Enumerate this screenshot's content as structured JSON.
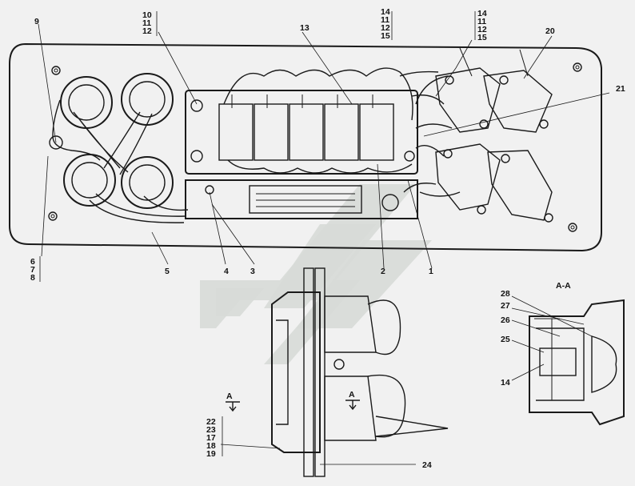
{
  "section_title": "А-А",
  "section_marker_left": "А",
  "section_marker_right": "А",
  "callouts": {
    "c1": "1",
    "c2": "2",
    "c3": "3",
    "c4": "4",
    "c5": "5",
    "c9": "9",
    "c13": "13",
    "c20": "20",
    "c21": "21",
    "c24": "24",
    "c25": "25",
    "c26": "26",
    "c27": "27",
    "c28": "28",
    "c14": "14"
  },
  "stacks": {
    "left": [
      "6",
      "7",
      "8"
    ],
    "top_a": [
      "10",
      "11",
      "12"
    ],
    "top_b": [
      "14",
      "11",
      "12",
      "15"
    ],
    "top_c": [
      "14",
      "11",
      "12",
      "15"
    ],
    "bottom": [
      "22",
      "23",
      "17",
      "18",
      "19"
    ]
  },
  "colors": {
    "line": "#1a1a1a",
    "watermark": "#d7dad7",
    "background": "#f1f1f1"
  }
}
